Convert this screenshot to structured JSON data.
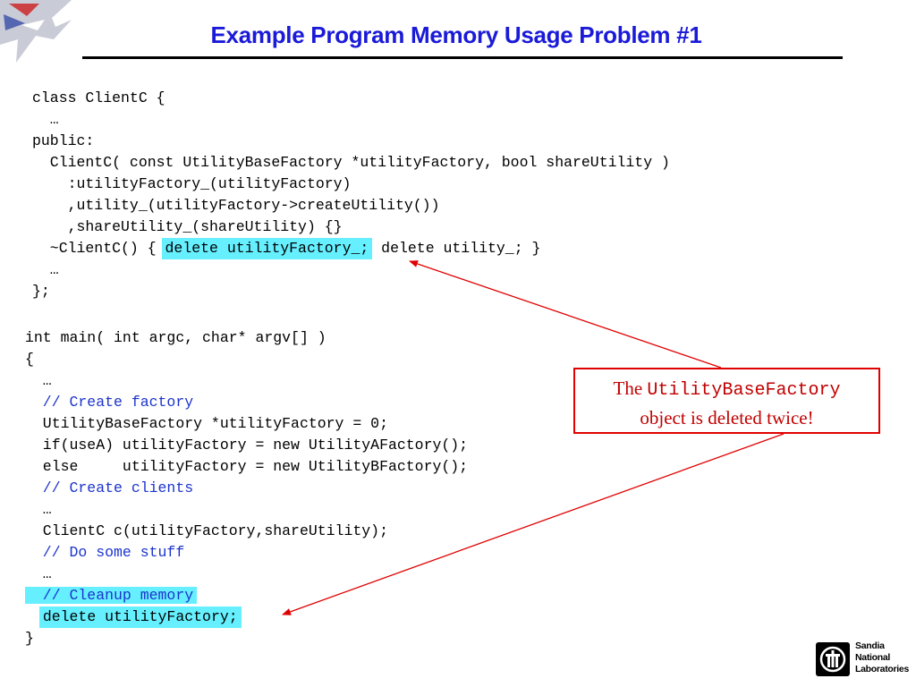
{
  "slide": {
    "title": "Example Program Memory Usage Problem #1"
  },
  "class_code": {
    "lines": [
      {
        "text": "class ClientC {"
      },
      {
        "text": "  …"
      },
      {
        "text": "public:"
      },
      {
        "text": "  ClientC( const UtilityBaseFactory *utilityFactory, bool shareUtility )"
      },
      {
        "text": "    :utilityFactory_(utilityFactory)"
      },
      {
        "text": "    ,utility_(utilityFactory->createUtility())"
      },
      {
        "text": "    ,shareUtility_(shareUtility) {}"
      },
      {
        "pre": "  ~ClientC() { ",
        "highlight": "delete utilityFactory_;",
        "post": " delete utility_; }"
      },
      {
        "text": "  …"
      },
      {
        "text": "};"
      }
    ]
  },
  "main_code": {
    "lines": [
      {
        "text": "int main( int argc, char* argv[] )"
      },
      {
        "text": "{"
      },
      {
        "text": "  …"
      },
      {
        "comment": "  // Create factory"
      },
      {
        "text": "  UtilityBaseFactory *utilityFactory = 0;"
      },
      {
        "text": "  if(useA) utilityFactory = new UtilityAFactory();"
      },
      {
        "text": "  else     utilityFactory = new UtilityBFactory();"
      },
      {
        "comment": "  // Create clients"
      },
      {
        "text": "  …"
      },
      {
        "text": "  ClientC c(utilityFactory,shareUtility);"
      },
      {
        "comment": "  // Do some stuff"
      },
      {
        "text": "  …"
      },
      {
        "comment": "  // Cleanup memory",
        "highlighted": true
      },
      {
        "indent": "  ",
        "highlight": "delete utilityFactory;"
      },
      {
        "text": "}"
      }
    ]
  },
  "callout": {
    "prefix": "The ",
    "class_name": "UtilityBaseFactory",
    "line2": "object is deleted twice!"
  },
  "logo": {
    "name_lines": [
      "Sandia",
      "National",
      "Laboratories"
    ]
  },
  "colors": {
    "title": "#1a1ad8",
    "comment": "#1c33cc",
    "highlight": "#66f0ff",
    "callout_red": "#e00000"
  }
}
